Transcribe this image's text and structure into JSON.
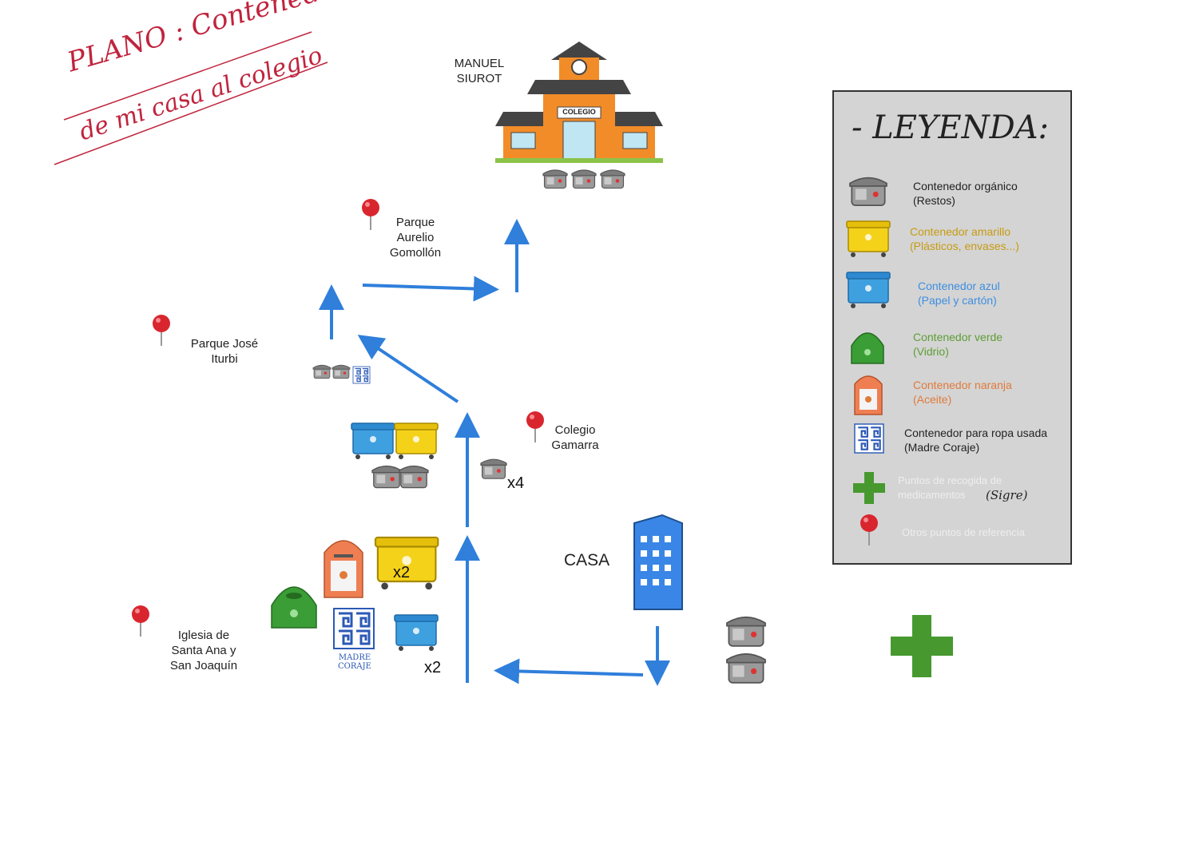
{
  "title": {
    "line1": "PLANO : Contenedores",
    "line2": "de mi casa al colegio"
  },
  "colors": {
    "arrow": "#2f7fdb",
    "title": "#c0243d",
    "gray_bin": "#8f8f8f",
    "yellow_bin": "#f5d21a",
    "blue_bin": "#3fa0e0",
    "green_bin": "#3a9d35",
    "orange_bin": "#ef7f52",
    "madre_coraje": "#2b59b5",
    "pin": "#d9262e",
    "building": "#3a86e6",
    "cross": "#47992f",
    "legend_bg": "#d4d4d4"
  },
  "school": {
    "name": "MANUEL\nSIUROT",
    "sign": "COLEGIO"
  },
  "places": {
    "aurelio": "Parque\nAurelio\nGomollón",
    "iturbi": "Parque José\nIturbi",
    "gamarra": "Colegio\nGamarra",
    "iglesia": "Iglesia de\nSanta Ana y\nSan Joaquín",
    "casa": "CASA"
  },
  "counts": {
    "organico_gamarra": "x4",
    "amarillo_iglesia": "x2",
    "azul_iglesia": "x2"
  },
  "icons": {
    "madre_coraje_label": "MADRE CORAJE"
  },
  "legend": {
    "heading": "- LEYENDA:",
    "items": [
      {
        "text": "Contenedor orgánico\n(Restos)",
        "color": "#222222",
        "icon": "gray-bin-icon"
      },
      {
        "text": "Contenedor amarillo\n(Plásticos, envases...)",
        "color": "#c79b12",
        "icon": "yellow-bin-icon"
      },
      {
        "text": "Contenedor azul\n(Papel y cartón)",
        "color": "#3d8ee0",
        "icon": "blue-bin-icon"
      },
      {
        "text": "Contenedor verde\n(Vidrio)",
        "color": "#5e9e35",
        "icon": "green-igloo-icon"
      },
      {
        "text": "Contenedor naranja\n(Aceite)",
        "color": "#e07a3a",
        "icon": "orange-oil-bin-icon"
      },
      {
        "text": "Contenedor para ropa usada\n(Madre Coraje)",
        "color": "#222222",
        "icon": "madre-coraje-icon"
      },
      {
        "text": "Puntos de recogida de\nmedicamentos",
        "color": "#eeeeee",
        "icon": "green-cross-icon"
      },
      {
        "text": "Otros puntos de referencia",
        "color": "#eeeeee",
        "icon": "map-pin-icon"
      }
    ],
    "sigre": "(Sigre)"
  }
}
